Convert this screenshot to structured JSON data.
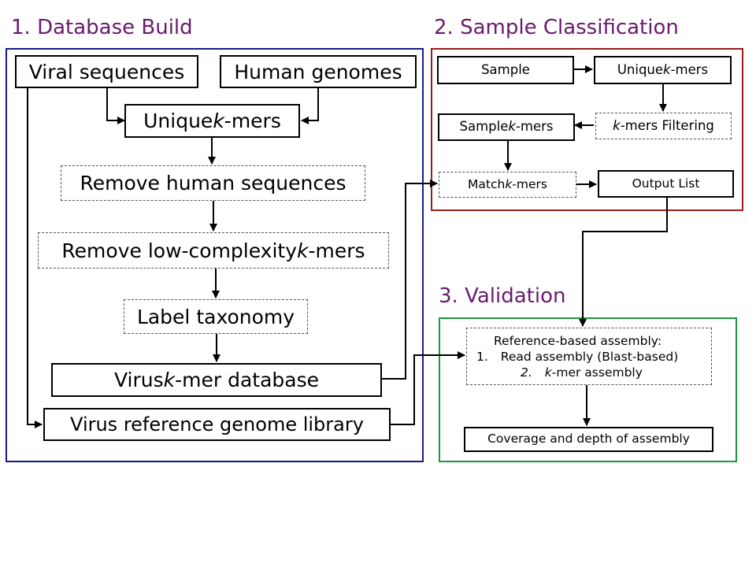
{
  "sections": {
    "db_title": "1. Database Build",
    "sc_title": "2. Sample Classification",
    "val_title": "3. Validation"
  },
  "colors": {
    "db_border": "#1a1a8c",
    "sc_border": "#9a1c1c",
    "val_border": "#1a9a3a",
    "title_color": "#6a1a6e"
  },
  "db": {
    "viral": "Viral sequences",
    "human": "Human genomes",
    "unique_pre": "Unique ",
    "unique_k": "k",
    "unique_post": "-mers",
    "remove_human": "Remove human sequences",
    "lowc_pre": "Remove low-complexity ",
    "lowc_k": "k",
    "lowc_post": "-mers",
    "label_tax": "Label taxonomy",
    "vdb_pre": "Virus ",
    "vdb_k": "k",
    "vdb_post": "-mer database",
    "vref": "Virus reference genome library"
  },
  "sc": {
    "sample": "Sample",
    "unique_pre": "Unique ",
    "unique_k": "k",
    "unique_post": "-mers",
    "filter_k": "k",
    "filter_post": "-mers Filtering",
    "skmers_pre": "Sample ",
    "skmers_k": "k",
    "skmers_post": "-mers",
    "match_pre": "Match ",
    "match_k": "k",
    "match_post": "-mers",
    "output": "Output List"
  },
  "val": {
    "ref_title": "Reference-based assembly:",
    "item1_num": "1.",
    "item1_text": "Read assembly (Blast-based)",
    "item2_num": "2.",
    "item2_k": "k",
    "item2_text": "-mer assembly",
    "coverage": "Coverage and depth of assembly"
  }
}
